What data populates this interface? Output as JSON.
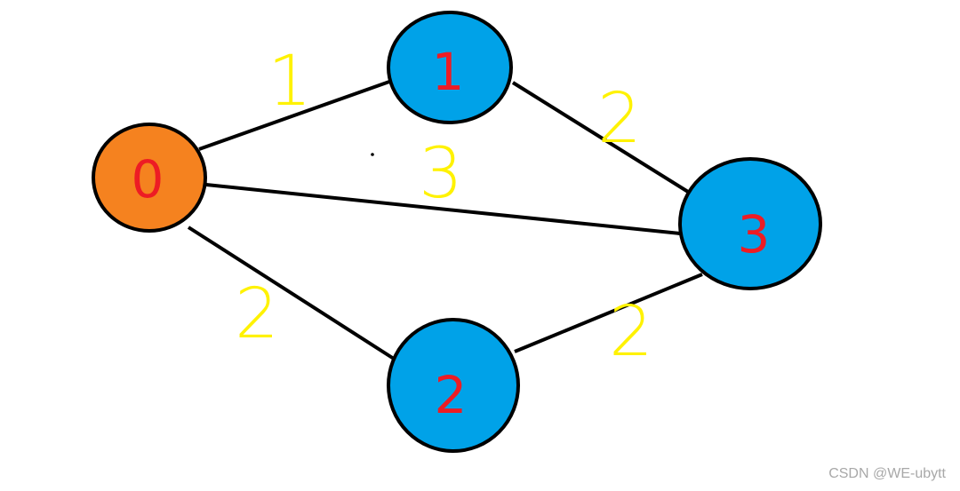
{
  "graph": {
    "nodes": [
      {
        "id": "0",
        "label": "0",
        "fill": "#f5821f"
      },
      {
        "id": "1",
        "label": "1",
        "fill": "#00a2e8"
      },
      {
        "id": "2",
        "label": "2",
        "fill": "#00a2e8"
      },
      {
        "id": "3",
        "label": "3",
        "fill": "#00a2e8"
      }
    ],
    "edges": [
      {
        "from": "0",
        "to": "1",
        "weight": "1"
      },
      {
        "from": "0",
        "to": "3",
        "weight": "3"
      },
      {
        "from": "0",
        "to": "2",
        "weight": "2"
      },
      {
        "from": "1",
        "to": "3",
        "weight": "2"
      },
      {
        "from": "2",
        "to": "3",
        "weight": "2"
      }
    ],
    "label_color": "#ed1c24",
    "weight_color": "#fff200",
    "edge_color": "#000000"
  },
  "watermark": "CSDN @WE-ubytt"
}
